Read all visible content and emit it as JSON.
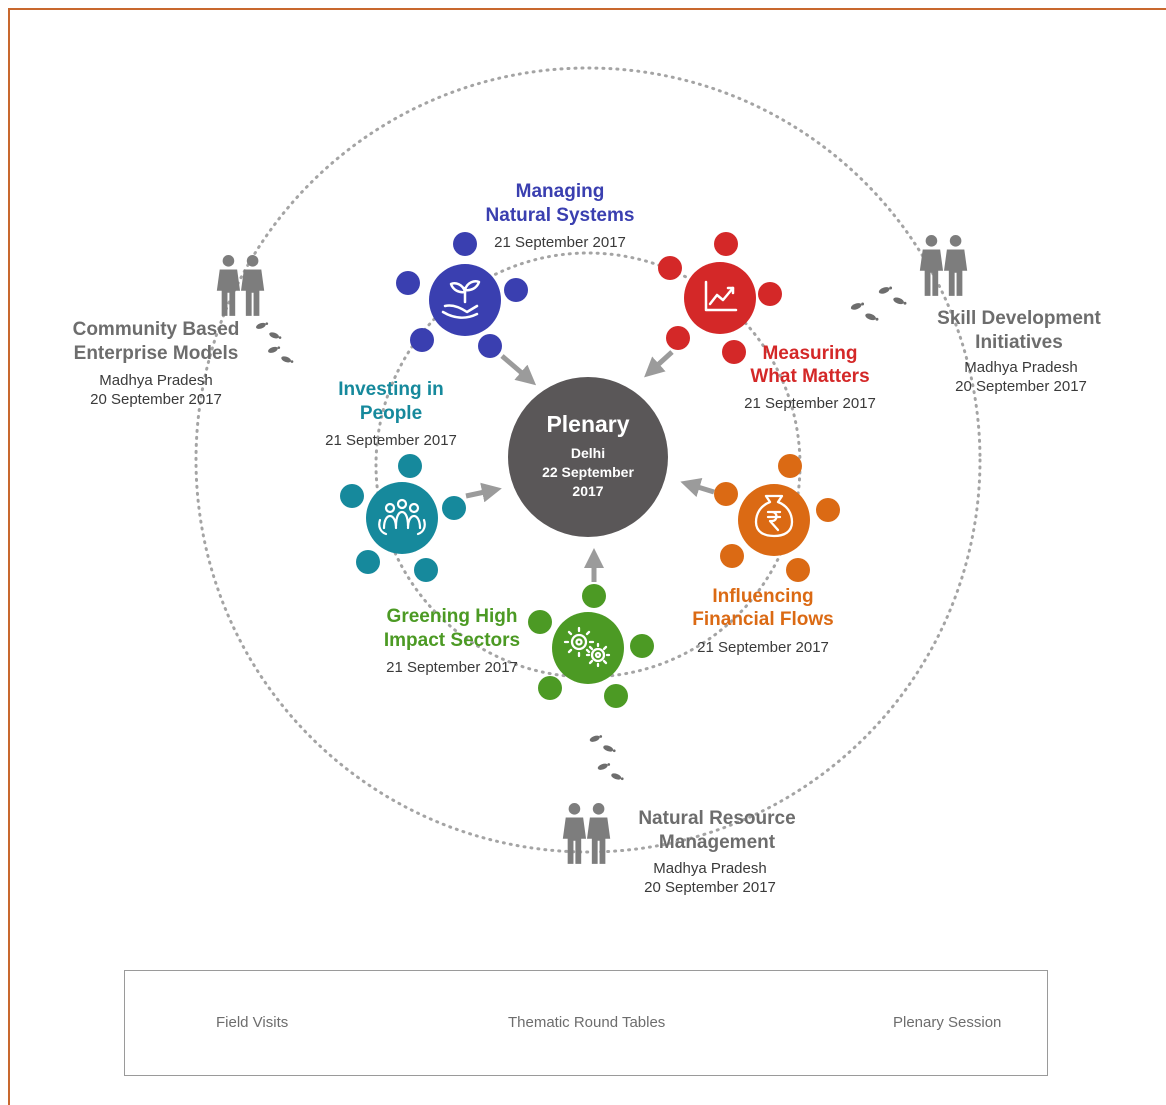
{
  "plenary": {
    "title": "Plenary",
    "location": "Delhi",
    "date_line1": "22 September",
    "date_line2": "2017"
  },
  "round_tables": [
    {
      "id": "managing",
      "title_line1": "Managing",
      "title_line2": "Natural Systems",
      "date": "21 September 2017",
      "color": "#3a3fb0",
      "icon": "hand-plant-icon"
    },
    {
      "id": "measuring",
      "title_line1": "Measuring",
      "title_line2": "What Matters",
      "date": "21 September 2017",
      "color": "#d42828",
      "icon": "growth-chart-icon"
    },
    {
      "id": "investing",
      "title_line1": "Investing in",
      "title_line2": "People",
      "date": "21 September 2017",
      "color": "#16899c",
      "icon": "people-group-icon"
    },
    {
      "id": "influencing",
      "title_line1": "Influencing",
      "title_line2": "Financial Flows",
      "date": "21 September 2017",
      "color": "#db6a14",
      "icon": "rupee-moneybag-icon"
    },
    {
      "id": "greening",
      "title_line1": "Greening High",
      "title_line2": "Impact Sectors",
      "date": "21 September 2017",
      "color": "#4c9a24",
      "icon": "gears-icon"
    }
  ],
  "field_visits": [
    {
      "id": "community",
      "title_line1": "Community Based",
      "title_line2": "Enterprise Models",
      "location": "Madhya Pradesh",
      "date": "20 September 2017"
    },
    {
      "id": "skill",
      "title_line1": "Skill Development",
      "title_line2": "Initiatives",
      "location": "Madhya Pradesh",
      "date": "20 September 2017"
    },
    {
      "id": "nrm",
      "title_line1": "Natural Resource",
      "title_line2": "Management",
      "location": "Madhya Pradesh",
      "date": "20 September 2017"
    }
  ],
  "legend": {
    "field_visits": "Field Visits",
    "thematic_round_tables": "Thematic Round Tables",
    "plenary_session": "Plenary Session"
  },
  "colors": {
    "plenary": "#5a5758",
    "field_visit_text": "#6d6d6d",
    "border": "#c8682e",
    "arrow": "#9b9b9b"
  }
}
